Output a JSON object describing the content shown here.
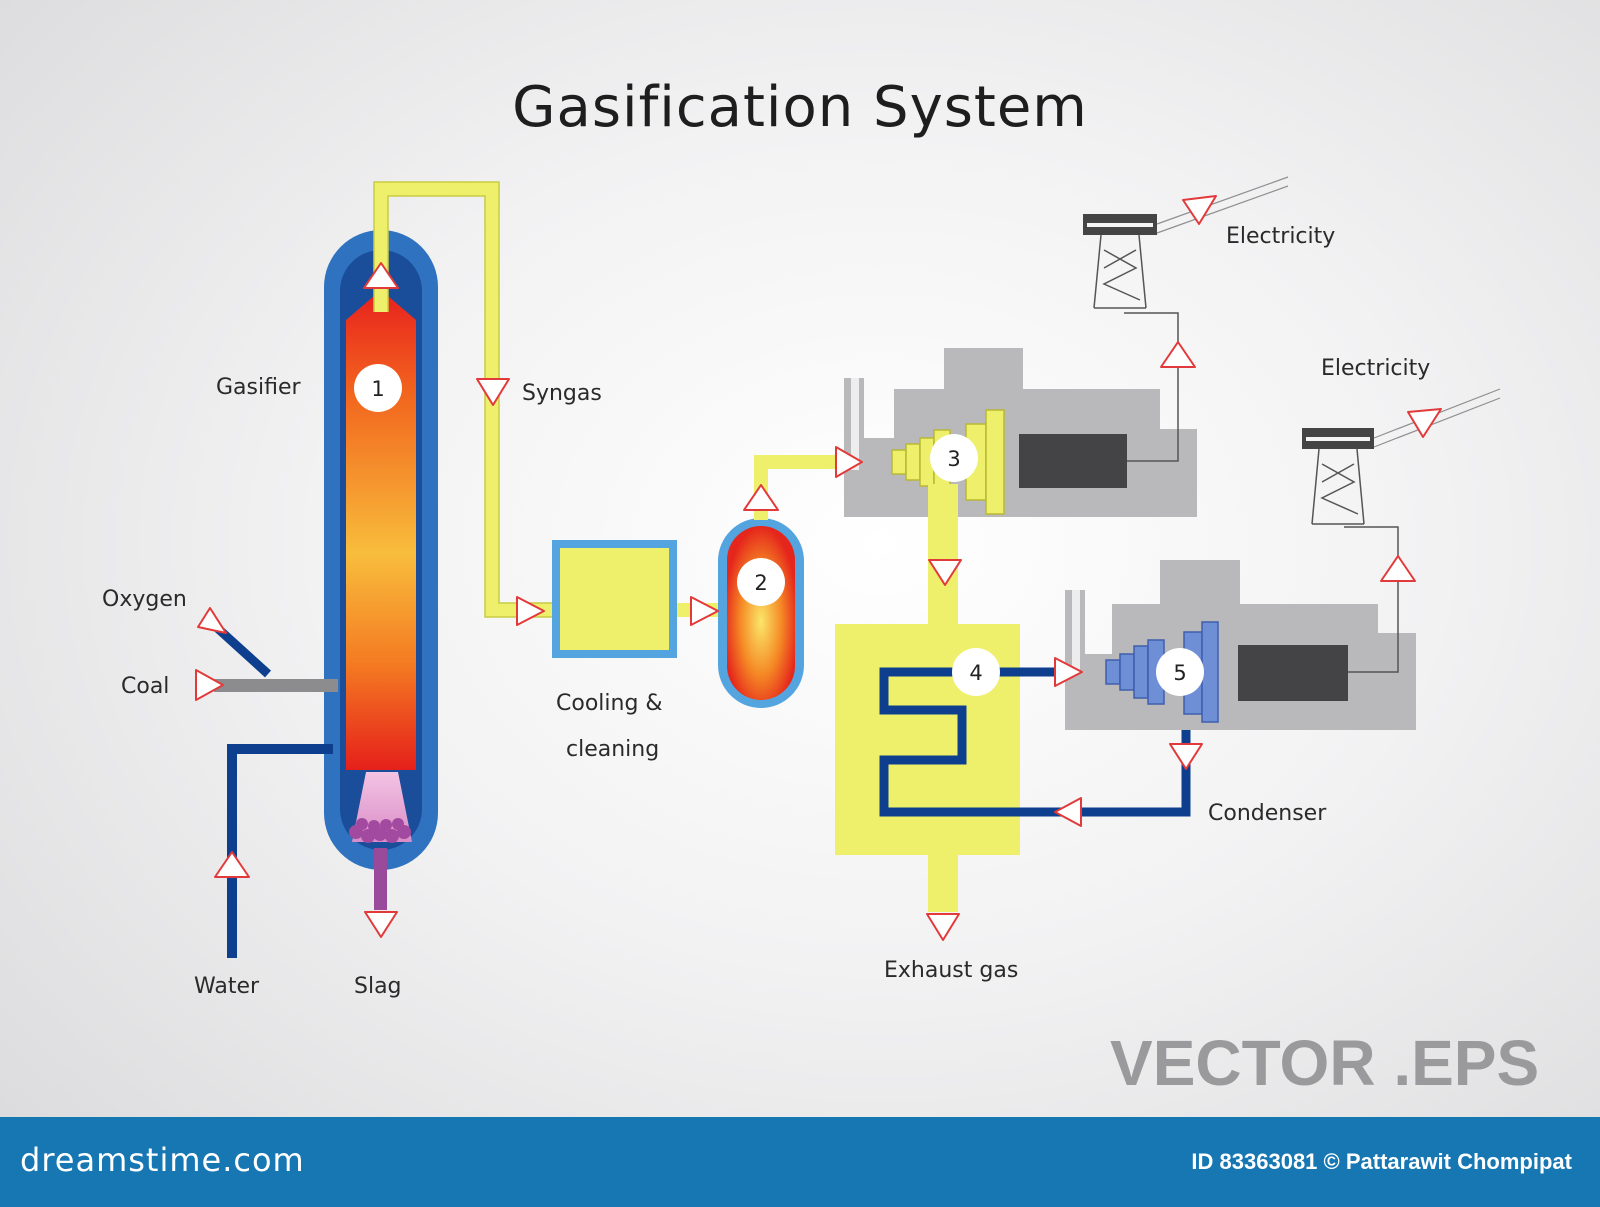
{
  "title": "Gasification System",
  "labels": {
    "gasifier": "Gasifier",
    "syngas": "Syngas",
    "oxygen": "Oxygen",
    "coal": "Coal",
    "water": "Water",
    "slag": "Slag",
    "cooling_line1": "Cooling &",
    "cooling_line2": "cleaning",
    "electricity_1": "Electricity",
    "electricity_2": "Electricity",
    "condenser": "Condenser",
    "exhaust_gas": "Exhaust gas"
  },
  "step_numbers": [
    "1",
    "2",
    "3",
    "4",
    "5"
  ],
  "watermark": "VECTOR .EPS",
  "footer": {
    "brand": "dreamstime.com",
    "credit": "ID 83363081 © Pattarawit Chompipat"
  },
  "colors": {
    "water_pipe": "#0d3f8e",
    "vessel_shell": "#2f72c0",
    "syngas_pipe": "#eef06b",
    "hot_core_top": "#e8201e",
    "hot_core_mid": "#f8b93a",
    "turbine_body": "#b9b9bb",
    "generator": "#444446",
    "footer_bar": "#1677b3",
    "arrow_outline": "#e23a3a"
  }
}
